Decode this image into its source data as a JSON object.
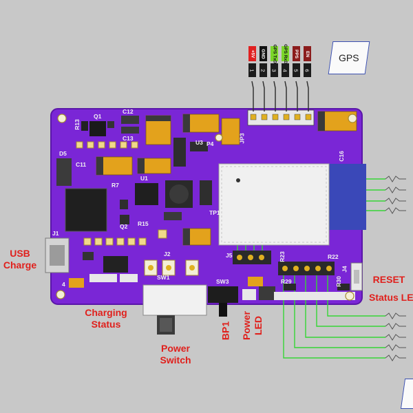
{
  "gps_button": {
    "label": "GPS"
  },
  "callouts": {
    "usb_charge": "USB\nCharge",
    "charging_status": "Charging\nStatus",
    "power_switch": "Power\nSwitch",
    "bp1": "BP1",
    "power_led": "Power\nLED",
    "reset": "RESET",
    "status_led": "Status LE"
  },
  "connector_pins": [
    {
      "label": "+5V",
      "number": "1",
      "color": "#e02020",
      "text_color": "#ffffff"
    },
    {
      "label": "GND",
      "number": "2",
      "color": "#111111",
      "text_color": "#ffffff"
    },
    {
      "label": "GPS TxD",
      "number": "3",
      "color": "#7bd62a",
      "text_color": "#111111"
    },
    {
      "label": "GPS RxD",
      "number": "4",
      "color": "#7bd62a",
      "text_color": "#111111"
    },
    {
      "label": "PPS",
      "number": "5",
      "color": "#8b1c1c",
      "text_color": "#ffffff"
    },
    {
      "label": "EN",
      "number": "6",
      "color": "#8b1c1c",
      "text_color": "#ffffff"
    }
  ],
  "silkscreen": {
    "r13": "R13",
    "q1": "Q1",
    "c12": "C12",
    "c13": "C13",
    "d5": "D5",
    "c11": "C11",
    "r7": "R7",
    "u1": "U1",
    "u3": "U3",
    "p4": "P4",
    "jp3": "JP3",
    "c16": "C16",
    "q2": "Q2",
    "r15": "R15",
    "tp1": "TP1",
    "j1": "J1",
    "j2": "J2",
    "j5": "J5",
    "r23": "R23",
    "r22": "R22",
    "j4": "J4",
    "r29": "R29",
    "r30": "R30",
    "sw1": "SW1",
    "sw3": "SW3",
    "c4": "4"
  },
  "colors": {
    "background": "#c8c8c8",
    "pcb": "#7a26d6",
    "callout": "#e0201c",
    "wire": "#35d635",
    "module": "#f0f0f0",
    "antenna": "#3a48b8"
  }
}
